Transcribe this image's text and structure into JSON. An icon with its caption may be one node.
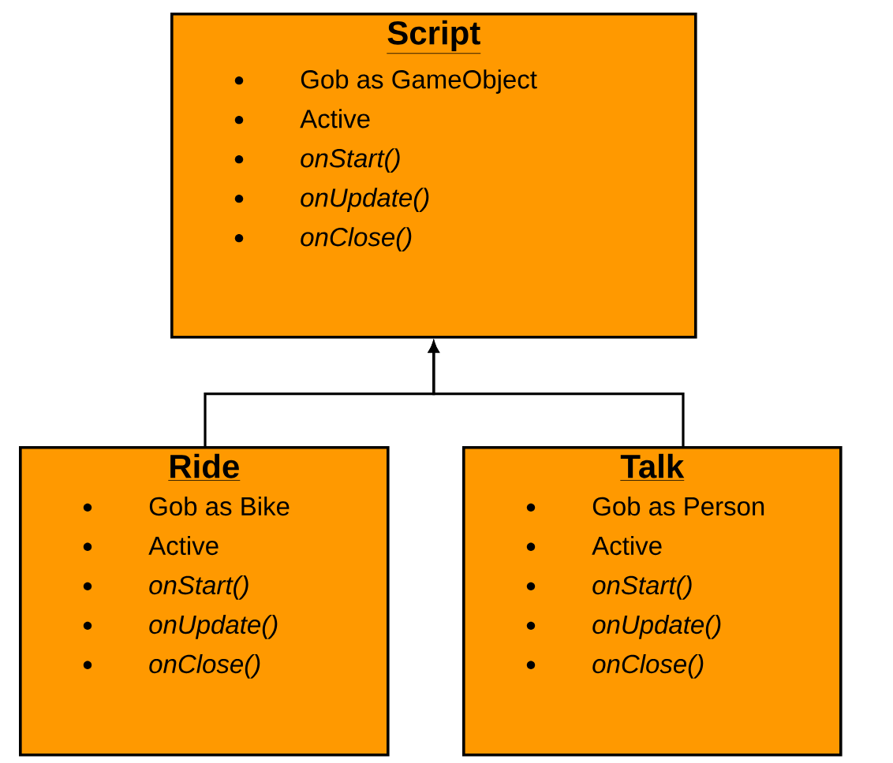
{
  "diagram": {
    "nodes": [
      {
        "text": [
          "Script",
          "Gob as GameObject",
          "Active",
          "onStart()",
          "onUpdate()",
          "onClose()"
        ]
      },
      {
        "text": [
          "Ride",
          "Gob as Bike",
          "Active",
          "onStart()",
          "onUpdate()",
          "onClose()"
        ]
      },
      {
        "text": [
          "Talk",
          "Gob as Person",
          "Active",
          "onStart()",
          "onUpdate()",
          "onClose()"
        ]
      }
    ],
    "edges": [
      {
        "from": 1,
        "to": 0,
        "arrow": "to"
      },
      {
        "from": 2,
        "to": 0,
        "arrow": "to"
      }
    ]
  }
}
